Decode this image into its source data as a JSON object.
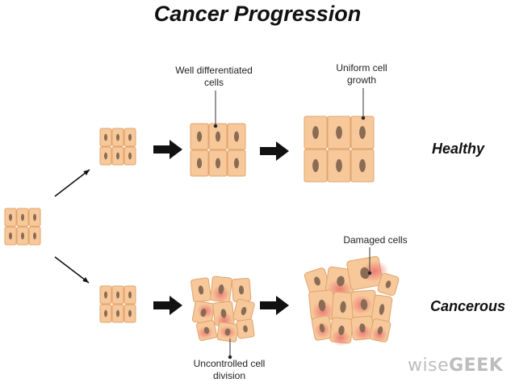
{
  "title": "Cancer Progression",
  "labels": {
    "well_differentiated": "Well differentiated cells",
    "uniform_growth": "Uniform cell growth",
    "damaged_cells": "Damaged cells",
    "uncontrolled_division": "Uncontrolled cell division"
  },
  "sides": {
    "healthy": "Healthy",
    "cancerous": "Cancerous"
  },
  "brand": {
    "part1": "wise",
    "part2": "GEEK"
  },
  "colors": {
    "cell_fill": "#f6c89a",
    "cell_stroke": "#e1a46e",
    "nucleus": "#8a6c55",
    "damage": "#ec7a7a",
    "arrow": "#111111"
  },
  "icons": [
    "arrow-icon",
    "cell-icon"
  ]
}
